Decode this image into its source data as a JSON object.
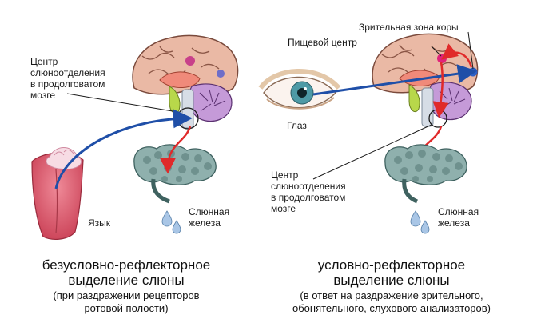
{
  "left_panel": {
    "center_label": [
      "Центр",
      "слюноотделения",
      "в продолговатом",
      "мозге"
    ],
    "tongue_label": "Язык",
    "gland_label": [
      "Слюнная",
      "железа"
    ],
    "title": [
      "безусловно-рефлекторное",
      "выделение слюны"
    ],
    "subtitle": [
      "(при раздражении рецепторов",
      "ротовой полости)"
    ]
  },
  "right_panel": {
    "visual_zone_label": "Зрительная зона коры",
    "food_center_label": "Пищевой центр",
    "eye_label": "Глаз",
    "center_label": [
      "Центр",
      "слюноотделения",
      "в продолговатом",
      "мозге"
    ],
    "gland_label": [
      "Слюнная",
      "железа"
    ],
    "title": [
      "условно-рефлекторное",
      "выделение слюны"
    ],
    "subtitle": [
      "(в ответ на раздражение зрительного,",
      "обонятельного, слухового анализаторов)"
    ]
  },
  "colors": {
    "afferent_arrow": "#1f4fa8",
    "efferent_arrow": "#e02a2a",
    "brain": "#e9b9a6",
    "gland": "#8fb0ad",
    "tongue": "#d9566a",
    "cerebellum": "#b07bc6"
  }
}
